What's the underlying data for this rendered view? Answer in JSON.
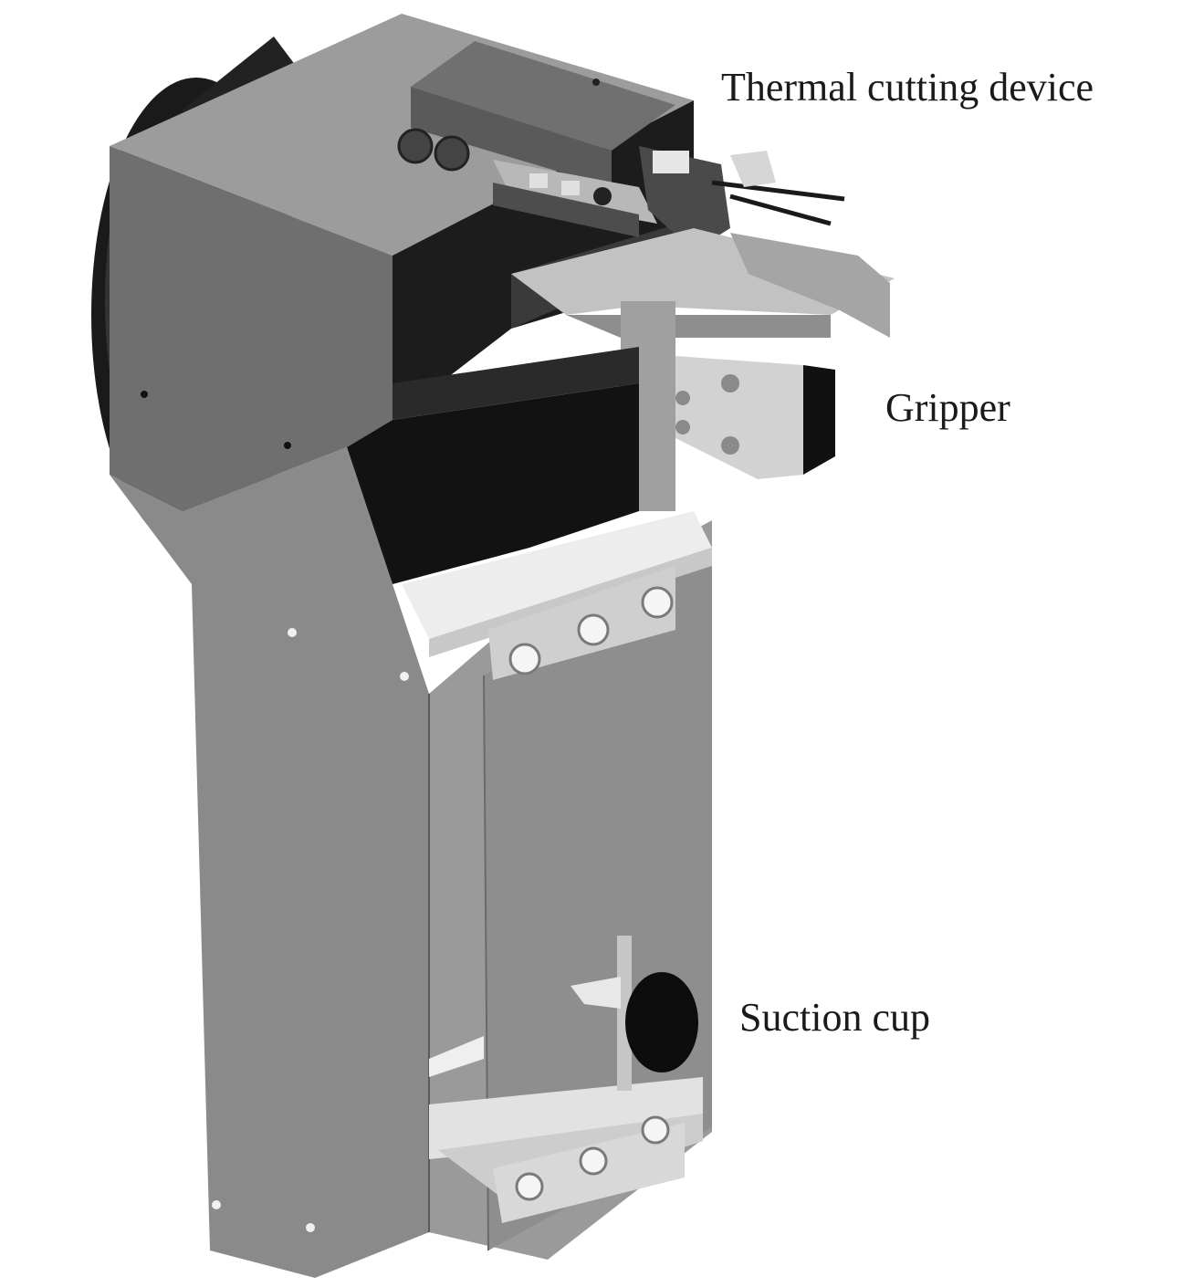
{
  "labels": {
    "thermal_cutting_device": "Thermal cutting device",
    "gripper": "Gripper",
    "suction_cup": "Suction cup"
  },
  "colors": {
    "background": "#ffffff",
    "body_grey": "#8a8a8a",
    "top_grey": "#9c9c9c",
    "dark_grey": "#6f6f6f",
    "light_grey": "#d0d0d0",
    "black": "#111111"
  }
}
